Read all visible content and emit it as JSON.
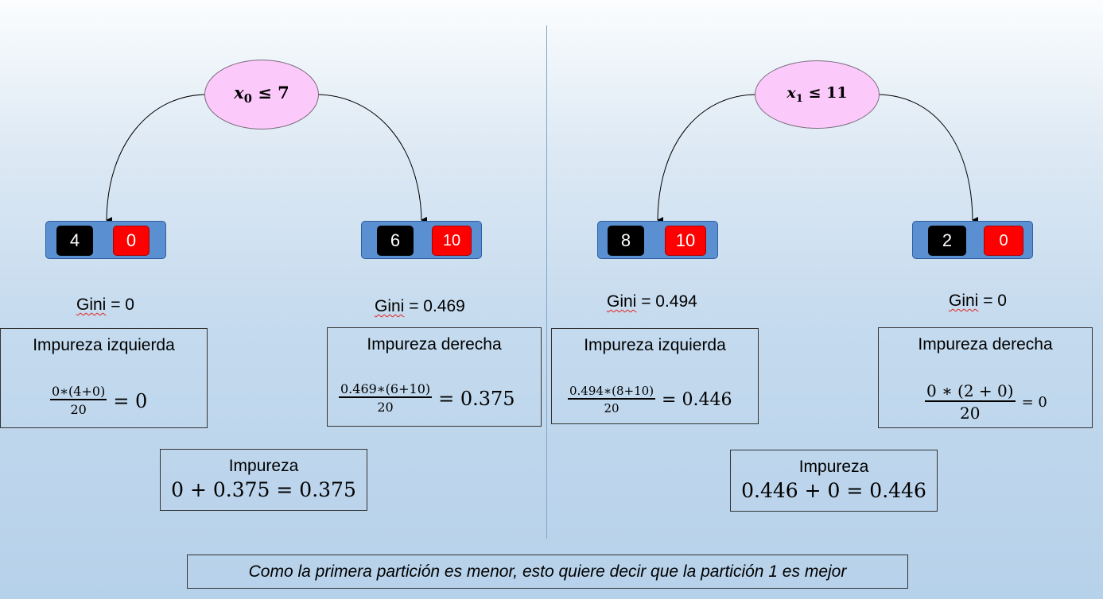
{
  "left": {
    "root": {
      "var": "x",
      "sub": "0",
      "rest": " ≤ 7"
    },
    "leaf_left": {
      "black": "4",
      "red": "0"
    },
    "leaf_right": {
      "black": "6",
      "red": "10"
    },
    "gini_left": {
      "word": "Gini",
      "rest": " = 0"
    },
    "gini_right": {
      "word": "Gini",
      "rest": " = 0.469"
    },
    "box_left": {
      "title": "Impureza izquierda",
      "num": "0∗(4+0)",
      "den": "20",
      "result": "= 0"
    },
    "box_right": {
      "title": "Impureza derecha",
      "num": "0.469∗(6+10)",
      "den": "20",
      "result": "= 0.375"
    },
    "total": {
      "title": "Impureza",
      "expr": "0 + 0.375 = 0.375"
    }
  },
  "right": {
    "root": {
      "var": "x",
      "sub": "1",
      "rest": " ≤ 11"
    },
    "leaf_left": {
      "black": "8",
      "red": "10"
    },
    "leaf_right": {
      "black": "2",
      "red": "0"
    },
    "gini_left": {
      "word": "Gini",
      "rest": " = 0.494"
    },
    "gini_right": {
      "word": "Gini",
      "rest": " = 0"
    },
    "box_left": {
      "title": "Impureza izquierda",
      "num": "0.494∗(8+10)",
      "den": "20",
      "result": "= 0.446"
    },
    "box_right": {
      "title": "Impureza derecha",
      "num": "0 ∗ (2 + 0)",
      "den": "20",
      "result": "= 0"
    },
    "total": {
      "title": "Impureza",
      "expr": "0.446 + 0 = 0.446"
    }
  },
  "conclusion": "Como la primera partición es menor, esto quiere decir que la partición 1 es mejor",
  "colors": {
    "node_fill": "#fcc9fb",
    "leaf_fill": "#5a90d2",
    "black_box": "#000000",
    "red_box": "#ff0000"
  }
}
